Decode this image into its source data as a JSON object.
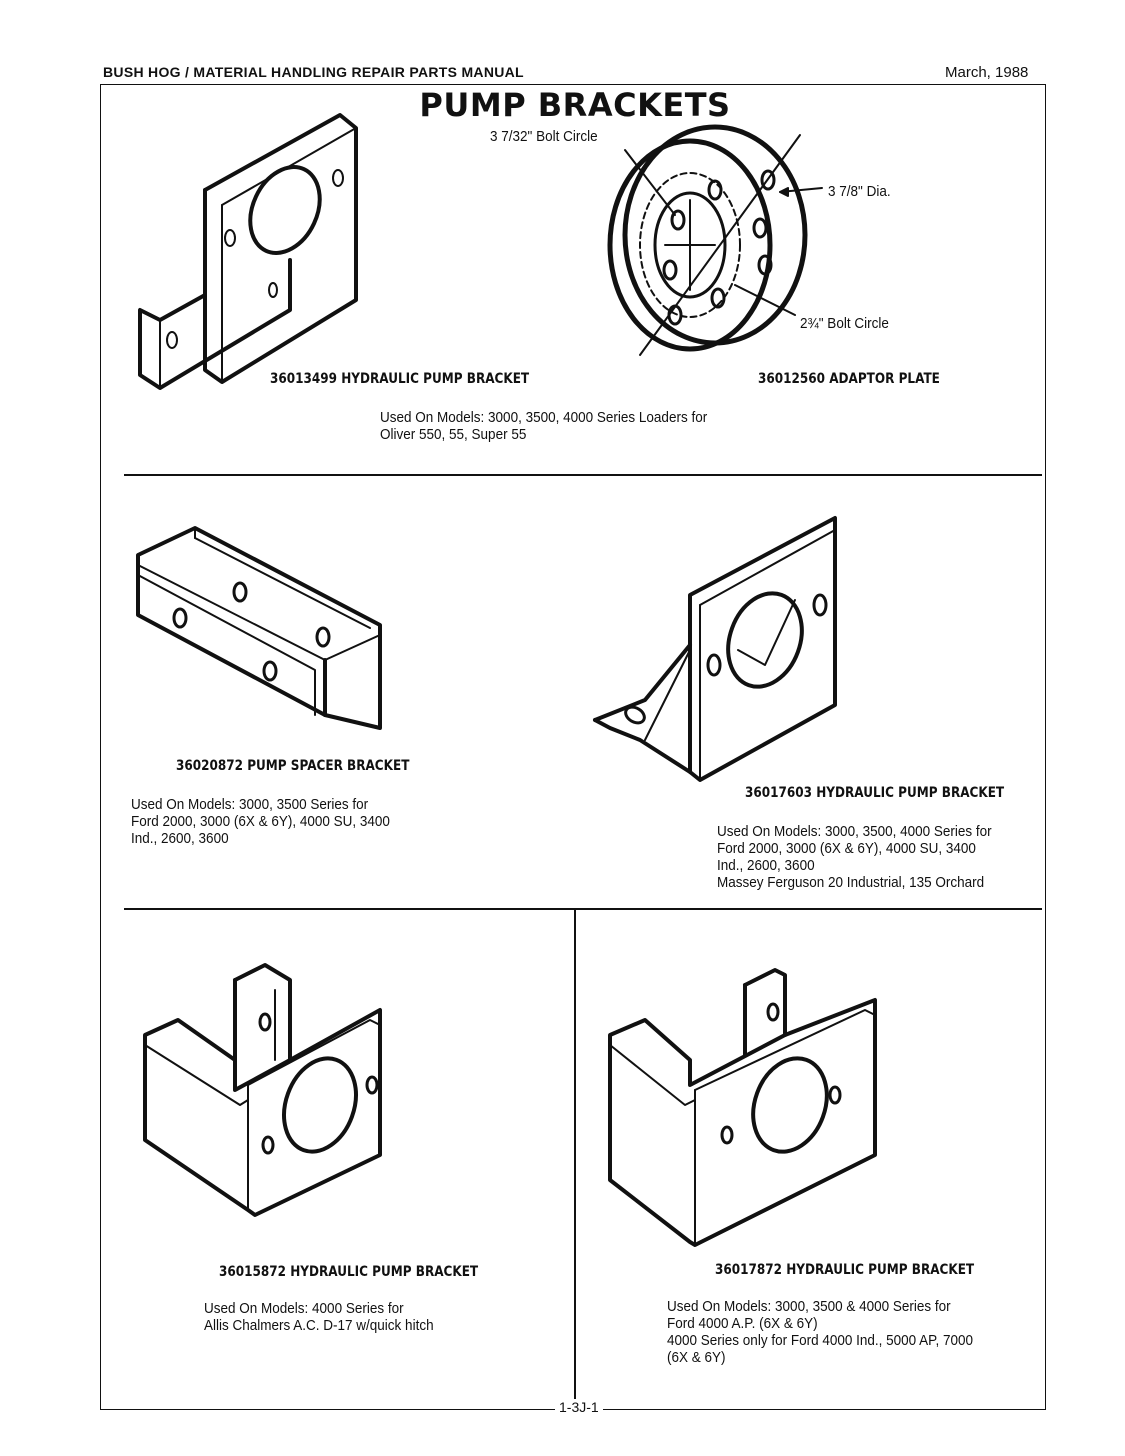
{
  "header": {
    "manual_title": "BUSH HOG / MATERIAL HANDLING REPAIR PARTS MANUAL",
    "date": "March, 1988"
  },
  "page_title": "PUMP BRACKETS",
  "parts": [
    {
      "part_label": "36013499 HYDRAULIC PUMP BRACKET",
      "icon": "l-bracket-drawing"
    },
    {
      "part_label": "36012560 ADAPTOR PLATE",
      "icon": "adaptor-plate-drawing",
      "callouts": [
        "3 7/32\" Bolt Circle",
        "3 7/8\" Dia.",
        "2¾\" Bolt Circle"
      ]
    },
    {
      "part_label": "36020872 PUMP SPACER BRACKET",
      "icon": "spacer-bracket-drawing",
      "used_on": [
        "Used On Models:  3000, 3500 Series for",
        "Ford 2000, 3000 (6X & 6Y), 4000 SU, 3400",
        "Ind., 2600, 3600"
      ]
    },
    {
      "part_label": "36017603 HYDRAULIC PUMP BRACKET",
      "icon": "gusset-bracket-drawing",
      "used_on": [
        "Used On Models:  3000, 3500, 4000 Series for",
        "Ford 2000, 3000 (6X & 6Y), 4000 SU, 3400",
        "Ind., 2600, 3600",
        "Massey Ferguson 20 Industrial, 135 Orchard"
      ]
    },
    {
      "part_label": "36015872 HYDRAULIC PUMP BRACKET",
      "icon": "u-bracket-drawing",
      "used_on": [
        "Used On Models:  4000 Series for",
        "Allis Chalmers A.C. D-17 w/quick hitch"
      ]
    },
    {
      "part_label": "36017872 HYDRAULIC PUMP BRACKET",
      "icon": "u-bracket-drawing",
      "used_on": [
        "Used On Models:  3000, 3500 & 4000 Series for",
        "Ford 4000 A.P. (6X & 6Y)",
        "4000 Series only for Ford 4000 Ind., 5000 AP, 7000",
        "(6X & 6Y)"
      ]
    }
  ],
  "top_used_on": [
    "Used On Models:  3000, 3500, 4000 Series Loaders for",
    "Oliver 550, 55, Super 55"
  ],
  "footer": {
    "page_number": "1-3J-1"
  }
}
